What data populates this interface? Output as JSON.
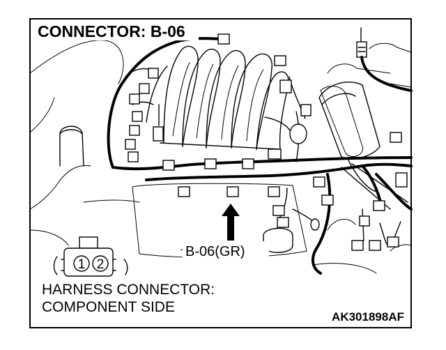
{
  "title": "CONNECTOR: B-06",
  "callout": "B-06(GR)",
  "pins": [
    "1",
    "2"
  ],
  "caption": [
    "HARNESS CONNECTOR:",
    "COMPONENT SIDE"
  ],
  "code": "AK301898AF"
}
